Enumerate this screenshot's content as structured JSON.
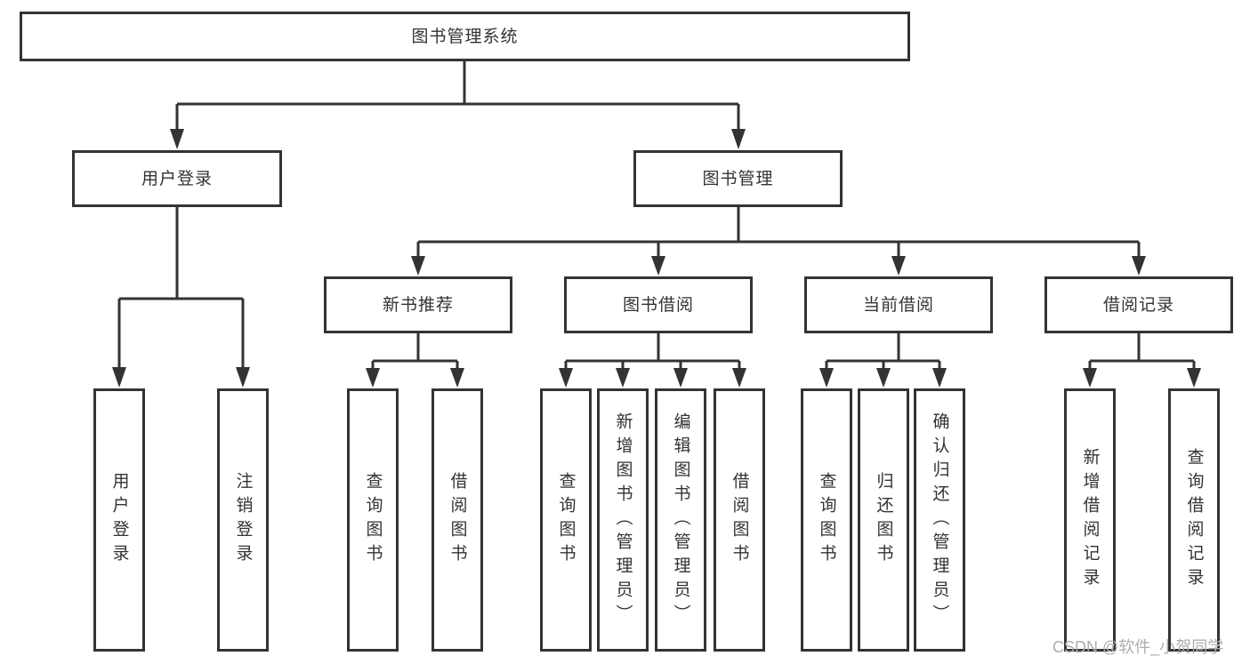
{
  "diagram": {
    "root": {
      "label": "图书管理系统"
    },
    "level2": [
      {
        "label": "用户登录"
      },
      {
        "label": "图书管理"
      }
    ],
    "level3": [
      {
        "label": "新书推荐"
      },
      {
        "label": "图书借阅"
      },
      {
        "label": "当前借阅"
      },
      {
        "label": "借阅记录"
      }
    ],
    "leaves": {
      "login": [
        {
          "label": "用户登录"
        },
        {
          "label": "注销登录"
        }
      ],
      "recommend": [
        {
          "label": "查询图书"
        },
        {
          "label": "借阅图书"
        }
      ],
      "borrow": [
        {
          "label": "查询图书"
        },
        {
          "label": "新增图书（管理员）"
        },
        {
          "label": "编辑图书（管理员）"
        },
        {
          "label": "借阅图书"
        }
      ],
      "current": [
        {
          "label": "查询图书"
        },
        {
          "label": "归还图书"
        },
        {
          "label": "确认归还（管理员）"
        }
      ],
      "records": [
        {
          "label": "新增借阅记录"
        },
        {
          "label": "查询借阅记录"
        }
      ]
    }
  },
  "watermark": {
    "text": "CSDN @软件_小贺同学"
  },
  "colors": {
    "line": "#333333",
    "text": "#333333",
    "watermark": "#adadad",
    "background": "#ffffff"
  }
}
